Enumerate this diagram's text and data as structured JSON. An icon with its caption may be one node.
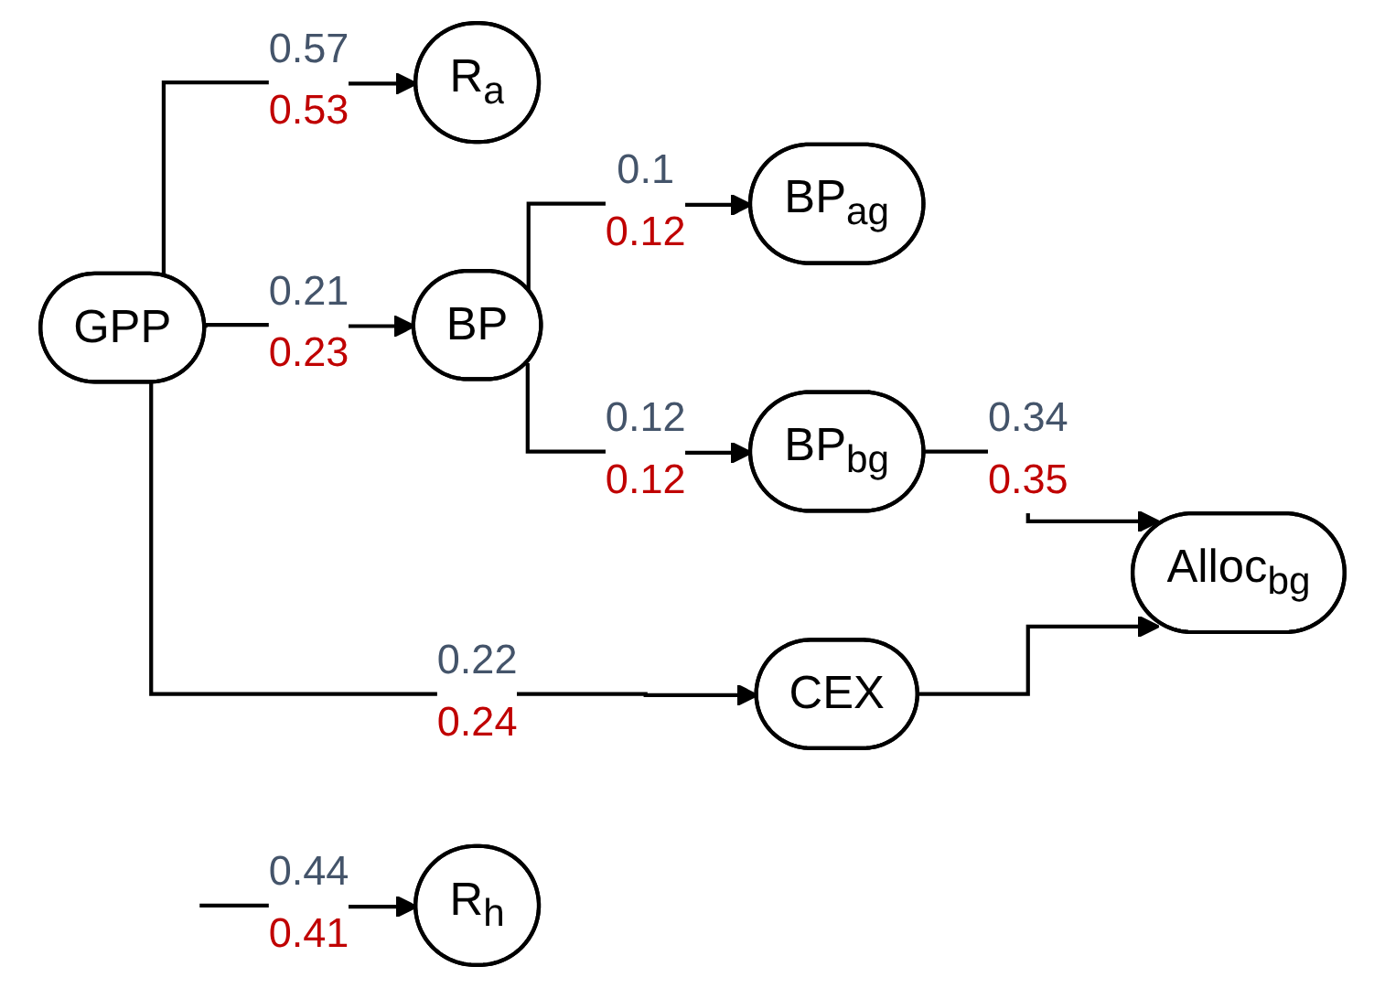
{
  "diagram": {
    "nodes": [
      {
        "text": [
          "GPP"
        ]
      },
      {
        "text": [
          "R$_{a}$"
        ]
      },
      {
        "text": [
          "BP"
        ]
      },
      {
        "text": [
          "CEX"
        ]
      },
      {
        "text": [
          "BP$_{ag}$"
        ]
      },
      {
        "text": [
          "BP$_{bg}$"
        ]
      },
      {
        "text": [
          "Alloc$_{bg}$"
        ]
      },
      {
        "text": [
          "R$_{h}$"
        ]
      }
    ],
    "edges": [
      {
        "from": 0,
        "to": 1,
        "arrow": "to",
        "label": "0.57 0.53"
      },
      {
        "from": 0,
        "to": 2,
        "arrow": "to",
        "label": "0.21 0.23"
      },
      {
        "from": 0,
        "to": 3,
        "arrow": "to",
        "label": "0.22 0.24"
      },
      {
        "from": 2,
        "to": 4,
        "arrow": "to",
        "label": "0.1 0.12"
      },
      {
        "from": 2,
        "to": 5,
        "arrow": "to",
        "label": "0.12 0.12"
      },
      {
        "from": 5,
        "to": 6,
        "arrow": "to",
        "label": "0.34 0.35"
      },
      {
        "from": 3,
        "to": 6,
        "arrow": "to"
      },
      {
        "from": null,
        "to": 7,
        "arrow": "to",
        "label": "0.44 0.41"
      }
    ]
  }
}
